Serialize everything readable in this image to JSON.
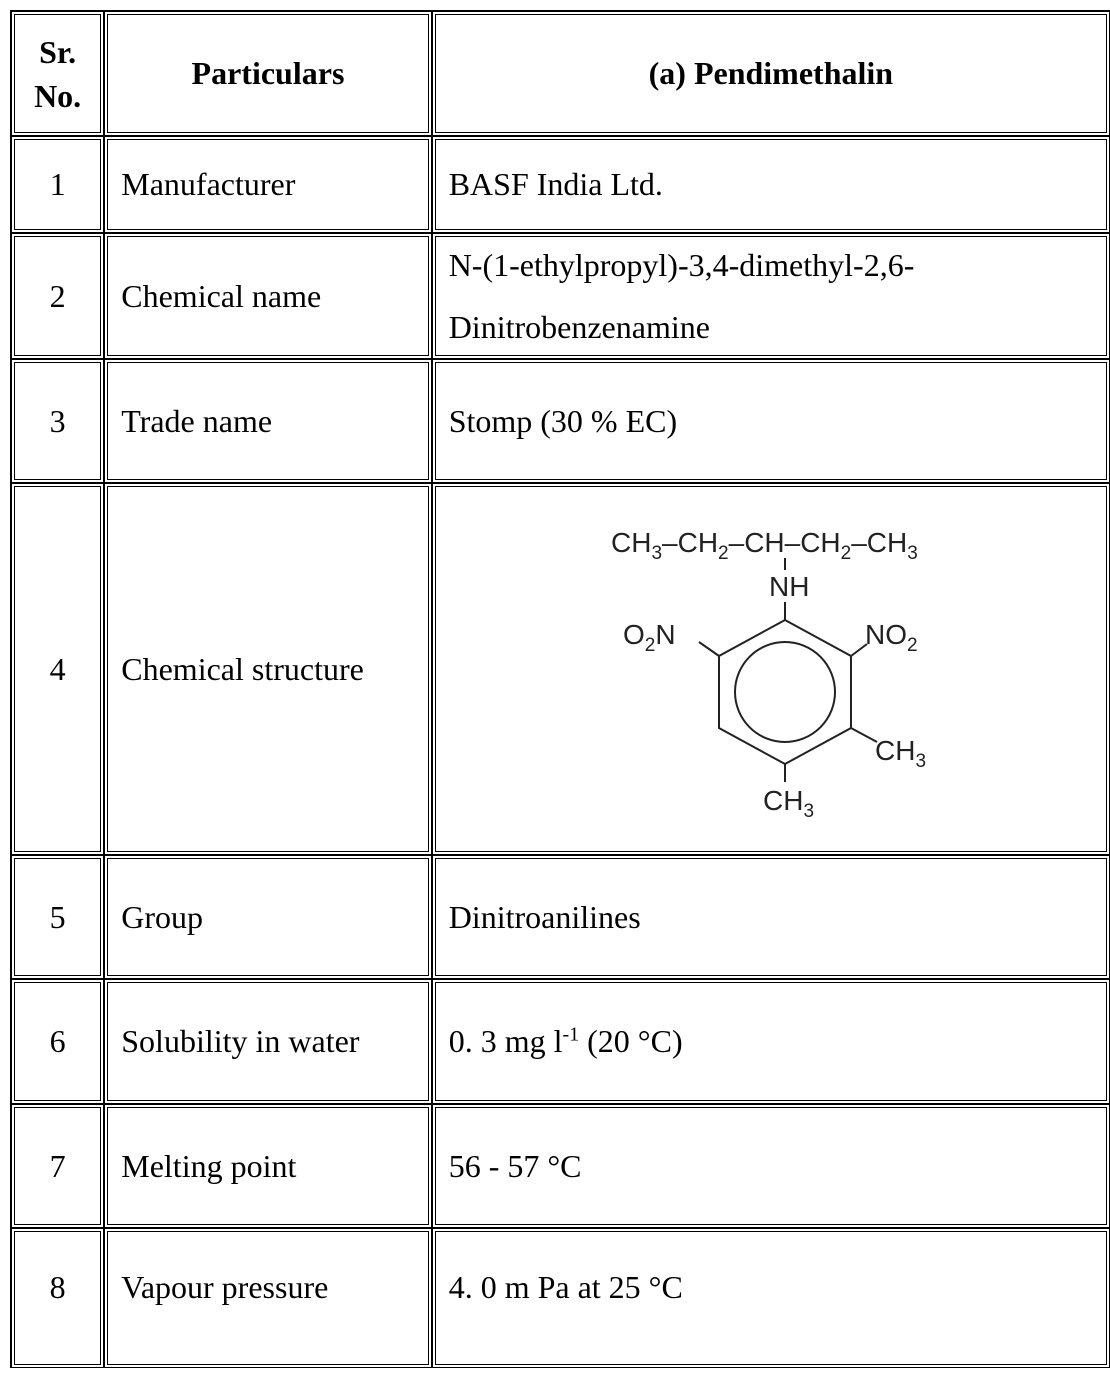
{
  "header": {
    "sr_line1": "Sr.",
    "sr_line2": "No.",
    "particulars": "Particulars",
    "compound": "(a) Pendimethalin"
  },
  "rows": [
    {
      "sr": "1",
      "particular": "Manufacturer",
      "value": "BASF India Ltd."
    },
    {
      "sr": "2",
      "particular": "Chemical name",
      "value_line1": "N-(1-ethylpropyl)-3,4-dimethyl-2,6-",
      "value_line2": "Dinitrobenzenamine"
    },
    {
      "sr": "3",
      "particular": "Trade name",
      "value": "Stomp (30 % EC)"
    },
    {
      "sr": "4",
      "particular": "Chemical structure",
      "structure": {
        "chain": "CH3-CH2-CH-CH2-CH3",
        "amine": "NH",
        "left_group": "O2N",
        "right_group": "NO2",
        "methyl_right": "CH3",
        "methyl_bottom": "CH3"
      }
    },
    {
      "sr": "5",
      "particular": "Group",
      "value": "Dinitroanilines"
    },
    {
      "sr": "6",
      "particular": "Solubility in water",
      "value_pre": "0. 3 mg l",
      "value_sup": "-1",
      "value_post": " (20 °C)"
    },
    {
      "sr": "7",
      "particular": "Melting point",
      "value": "56 - 57 °C"
    },
    {
      "sr": "8",
      "particular": "Vapour pressure",
      "value": "4. 0 m Pa at 25 °C"
    }
  ]
}
